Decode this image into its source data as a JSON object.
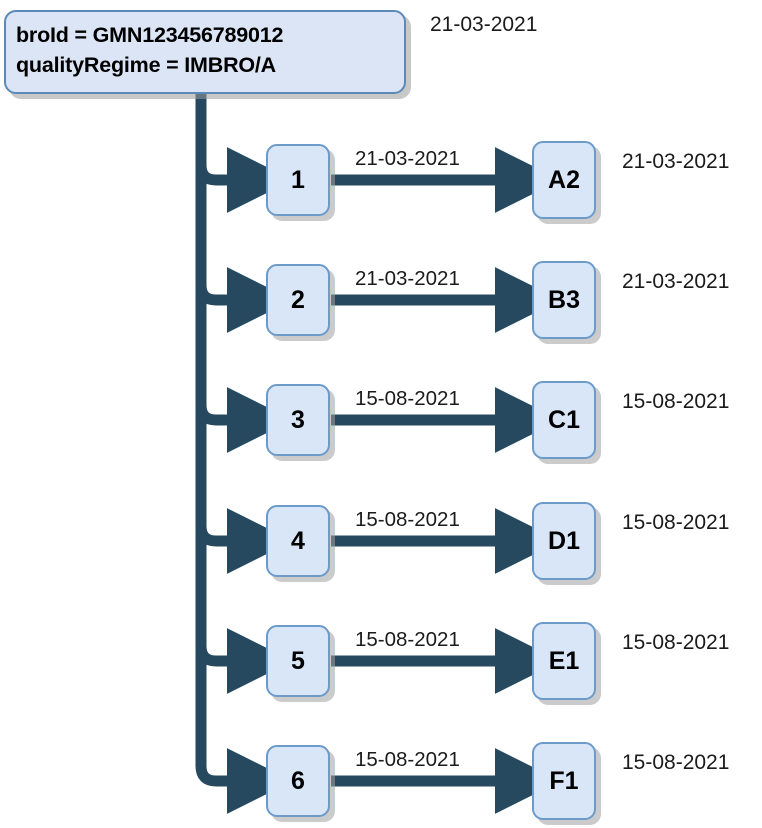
{
  "diagram": {
    "type": "flow-tree",
    "title_visible": false,
    "colors": {
      "connector": "#27495f",
      "node_fill": "#d8e6f8",
      "node_border": "#6d9bc9",
      "root_fill": "#dbe5f5",
      "root_border": "#5b89b8",
      "text": "#000000",
      "shadow": "#9b9b9b"
    },
    "root": {
      "line1": "broId = GMN123456789012",
      "line2": "qualityRegime = IMBRO/A",
      "date": "21-03-2021"
    },
    "rows": [
      {
        "left_label": "1",
        "right_label": "A2",
        "edge_date": "21-03-2021",
        "right_date": "21-03-2021"
      },
      {
        "left_label": "2",
        "right_label": "B3",
        "edge_date": "21-03-2021",
        "right_date": "21-03-2021"
      },
      {
        "left_label": "3",
        "right_label": "C1",
        "edge_date": "15-08-2021",
        "right_date": "15-08-2021"
      },
      {
        "left_label": "4",
        "right_label": "D1",
        "edge_date": "15-08-2021",
        "right_date": "15-08-2021"
      },
      {
        "left_label": "5",
        "right_label": "E1",
        "edge_date": "15-08-2021",
        "right_date": "15-08-2021"
      },
      {
        "left_label": "6",
        "right_label": "F1",
        "edge_date": "15-08-2021",
        "right_date": "15-08-2021"
      }
    ]
  }
}
